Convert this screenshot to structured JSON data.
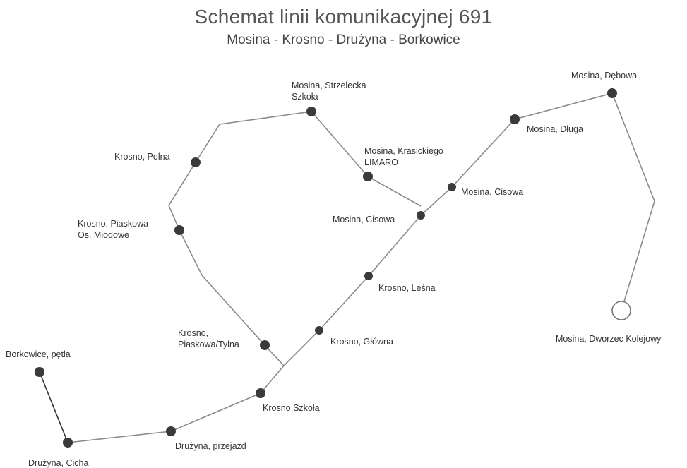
{
  "header": {
    "title": "Schemat linii komunikacyjnej 691",
    "subtitle": "Mosina - Krosno - Drużyna - Borkowice"
  },
  "stops": [
    {
      "id": "borkowice-petla",
      "name": "Borkowice, pętla",
      "type": "stop"
    },
    {
      "id": "druzyna-cicha",
      "name": "Drużyna, Cicha",
      "type": "stop"
    },
    {
      "id": "druzyna-przejazd",
      "name": "Drużyna, przejazd",
      "type": "stop"
    },
    {
      "id": "krosno-szkola",
      "name": "Krosno Szkoła",
      "type": "stop"
    },
    {
      "id": "krosno-piaskowa-tylna",
      "name": "Krosno,\nPiaskowa/Tylna",
      "type": "stop"
    },
    {
      "id": "krosno-piaskowa",
      "name": "Krosno, Piaskowa\nOs. Miodowe",
      "type": "stop"
    },
    {
      "id": "krosno-polna",
      "name": "Krosno, Polna",
      "type": "stop"
    },
    {
      "id": "mosina-strzelecka",
      "name": "Mosina, Strzelecka\nSzkoła",
      "type": "stop"
    },
    {
      "id": "mosina-krasickiego",
      "name": "Mosina, Krasickiego\nLIMARO",
      "type": "stop"
    },
    {
      "id": "mosina-cisowa-w",
      "name": "Mosina, Cisowa",
      "type": "stop"
    },
    {
      "id": "mosina-cisowa-e",
      "name": "Mosina, Cisowa",
      "type": "stop"
    },
    {
      "id": "krosno-lesna",
      "name": "Krosno, Leśna",
      "type": "stop"
    },
    {
      "id": "krosno-glowna",
      "name": "Krosno, Główna",
      "type": "stop"
    },
    {
      "id": "mosina-dluga",
      "name": "Mosina, Długa",
      "type": "stop"
    },
    {
      "id": "mosina-debowa",
      "name": "Mosina, Dębowa",
      "type": "stop"
    },
    {
      "id": "mosina-dworzec",
      "name": "Mosina, Dworzec Kolejowy",
      "type": "terminal"
    }
  ],
  "colors": {
    "stop": "#3a3a3a",
    "route": "#8a8a8a",
    "terminal_fill": "#ffffff"
  }
}
